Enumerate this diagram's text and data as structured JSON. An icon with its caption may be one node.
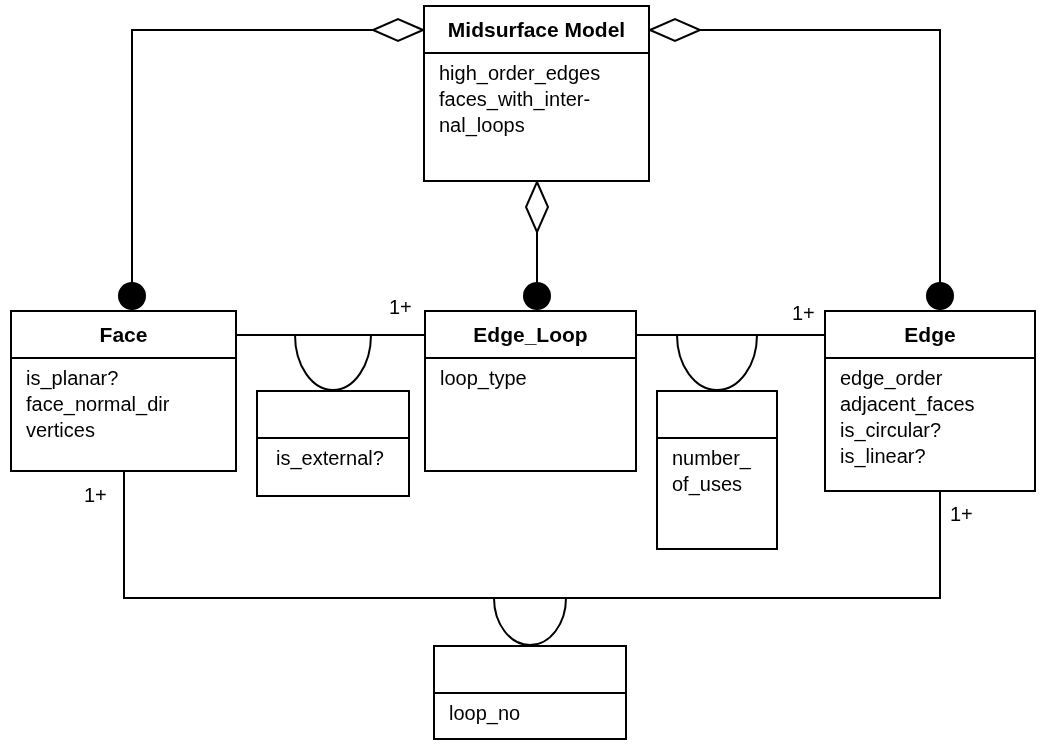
{
  "diagram": {
    "nodes": [
      {
        "text": [
          "Midsurface Model",
          "high_order_edges",
          "faces_with_inter- nal_loops"
        ]
      },
      {
        "text": [
          "Face",
          "is_planar?",
          "face_normal_dir",
          "vertices"
        ]
      },
      {
        "text": [
          "Edge_Loop",
          "loop_type"
        ]
      },
      {
        "text": [
          "Edge",
          "edge_order",
          "adjacent_faces",
          "is_circular?",
          "is_linear?"
        ]
      },
      {
        "text": [
          "is_external?"
        ]
      },
      {
        "text": [
          "number_ of_uses"
        ]
      },
      {
        "text": [
          "loop_no"
        ]
      }
    ],
    "edges": [
      {
        "from": 0,
        "to": 1,
        "arrow": "other"
      },
      {
        "from": 0,
        "to": 2,
        "arrow": "other"
      },
      {
        "from": 0,
        "to": 3,
        "arrow": "other"
      },
      {
        "from": 1,
        "to": 2,
        "arrow": "none"
      },
      {
        "from": 4,
        "to": null,
        "arrow": "none"
      },
      {
        "from": 2,
        "to": 3,
        "arrow": "none"
      },
      {
        "from": 5,
        "to": null,
        "arrow": "none"
      },
      {
        "from": 1,
        "to": 3,
        "arrow": "none"
      },
      {
        "from": 6,
        "to": null,
        "arrow": "none"
      }
    ],
    "labels": [
      "1+",
      "1+",
      "1+",
      "1+"
    ]
  }
}
